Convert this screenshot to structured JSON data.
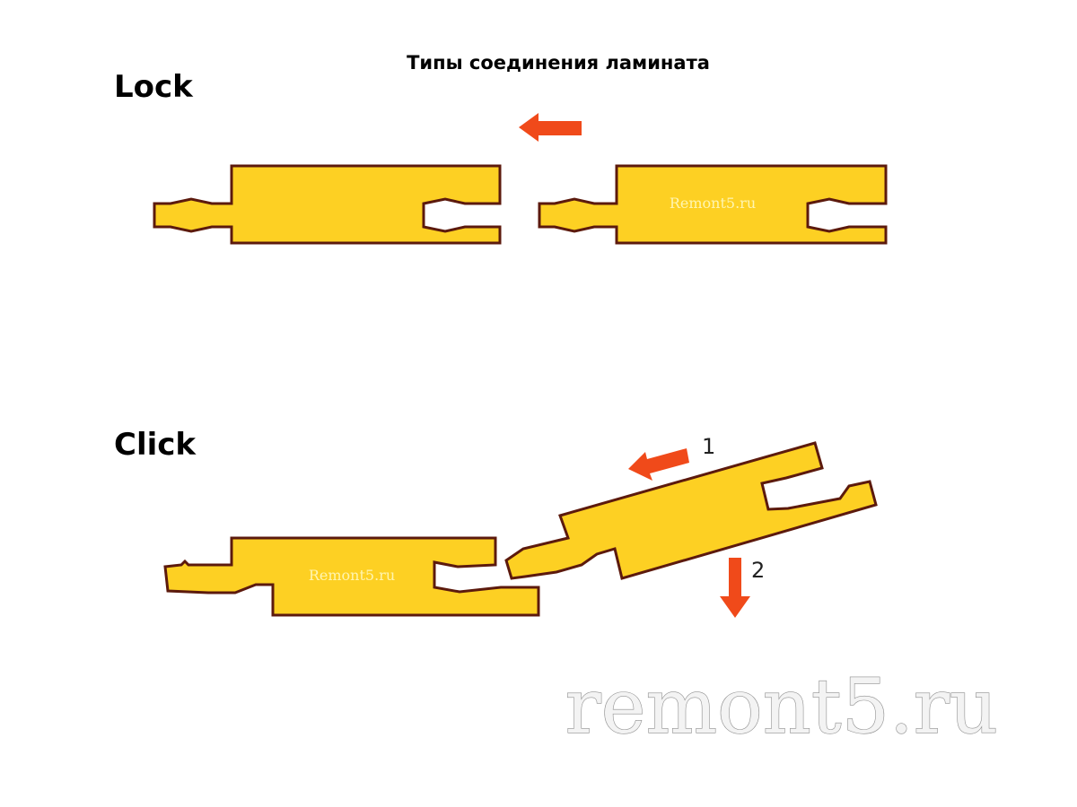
{
  "title": "Типы соединения ламината",
  "sections": {
    "lock": {
      "label": "Lock"
    },
    "click": {
      "label": "Click"
    }
  },
  "steps": {
    "one": "1",
    "two": "2"
  },
  "watermarks": {
    "board": "Remont5.ru",
    "site": "remont5.ru"
  },
  "colors": {
    "board_fill": "#fdd023",
    "board_outline": "#5c1a0d",
    "arrow": "#f04a1a",
    "board_watermark_text": "#fff5b0"
  }
}
